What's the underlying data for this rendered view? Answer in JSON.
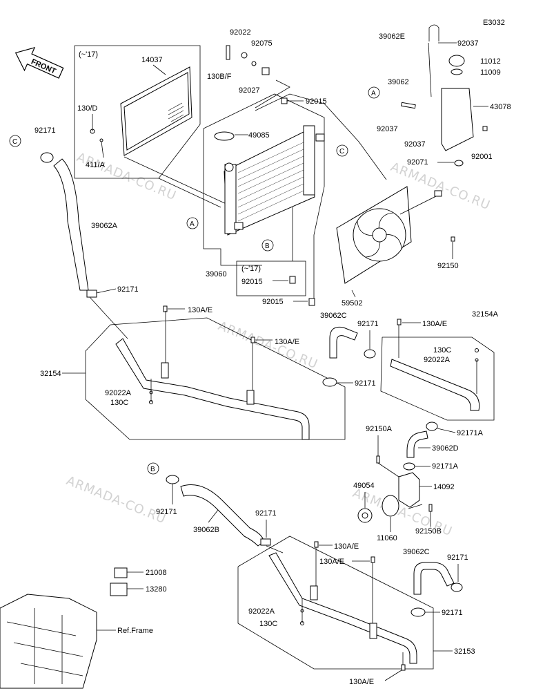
{
  "diagram_code": "E3032",
  "front_label": "FRONT",
  "watermark": "ARMADA-CO.RU",
  "year_note": "(~'17)",
  "ref_frame": "Ref.Frame",
  "circle_marks": {
    "a": "A",
    "b": "B",
    "c": "C"
  },
  "parts": {
    "p39062E": "39062E",
    "p92037a": "92037",
    "p11012": "11012",
    "p11009": "11009",
    "p39062": "39062",
    "p43078": "43078",
    "p92037b": "92037",
    "p92037c": "92037",
    "p92001": "92001",
    "p92071": "92071",
    "p92022": "92022",
    "p92075": "92075",
    "p130BF": "130B/F",
    "p92027": "92027",
    "p92015a": "92015",
    "p49085": "49085",
    "p14037": "14037",
    "p130D": "130/D",
    "p411A": "411/A",
    "p92171a": "92171",
    "p39062A": "39062A",
    "p92171b": "92171",
    "p39060": "39060",
    "p92015b": "92015",
    "p92015c": "92015",
    "p59502": "59502",
    "p92150": "92150",
    "p130AE1": "130A/E",
    "p130AE2": "130A/E",
    "p32154": "32154",
    "p92022A1": "92022A",
    "p130C1": "130C",
    "p39062C1": "39062C",
    "p92171c": "92171",
    "p92171d": "92171",
    "p130AE3": "130A/E",
    "p32154A": "32154A",
    "p130C2": "130C",
    "p92022A2": "92022A",
    "p92171A1": "92171A",
    "p92150A": "92150A",
    "p39062D": "39062D",
    "p92171A2": "92171A",
    "p49054": "49054",
    "p14092": "14092",
    "p11060": "11060",
    "p92150B": "92150B",
    "p92171e": "92171",
    "p39062B": "39062B",
    "p92171f": "92171",
    "p130AE4": "130A/E",
    "p130AE5": "130A/E",
    "p39062C2": "39062C",
    "p92171g": "92171",
    "p21008": "21008",
    "p13280": "13280",
    "p92022A3": "92022A",
    "p130C3": "130C",
    "p92171h": "92171",
    "p32153": "32153",
    "p130AE6": "130A/E"
  }
}
